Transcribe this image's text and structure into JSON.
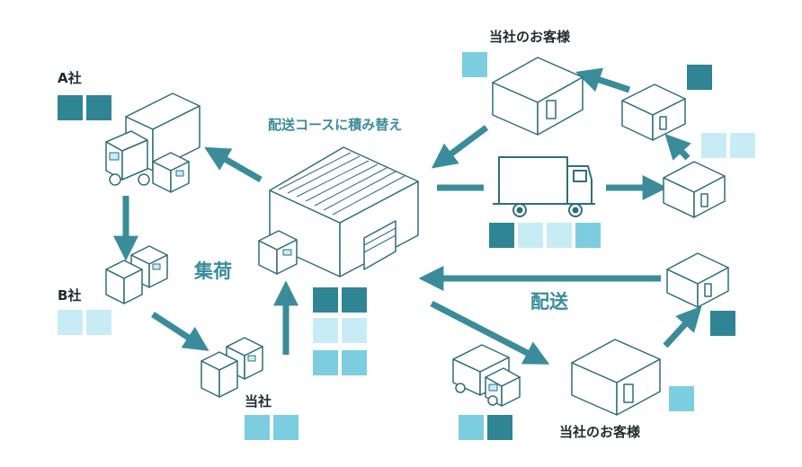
{
  "labels": {
    "company_a": "A社",
    "company_b": "B社",
    "own_company": "当社",
    "customer_top": "当社のお客様",
    "customer_bottom": "当社のお客様",
    "route_title": "配送コースに積み替え",
    "collection": "集荷",
    "delivery": "配送"
  },
  "colors": {
    "dark_teal": "#2f8593",
    "mid_blue": "#7ccde0",
    "light_blue": "#c8ecf5",
    "stroke": "#2f6e7a",
    "arrow": "#3a8c9a"
  }
}
